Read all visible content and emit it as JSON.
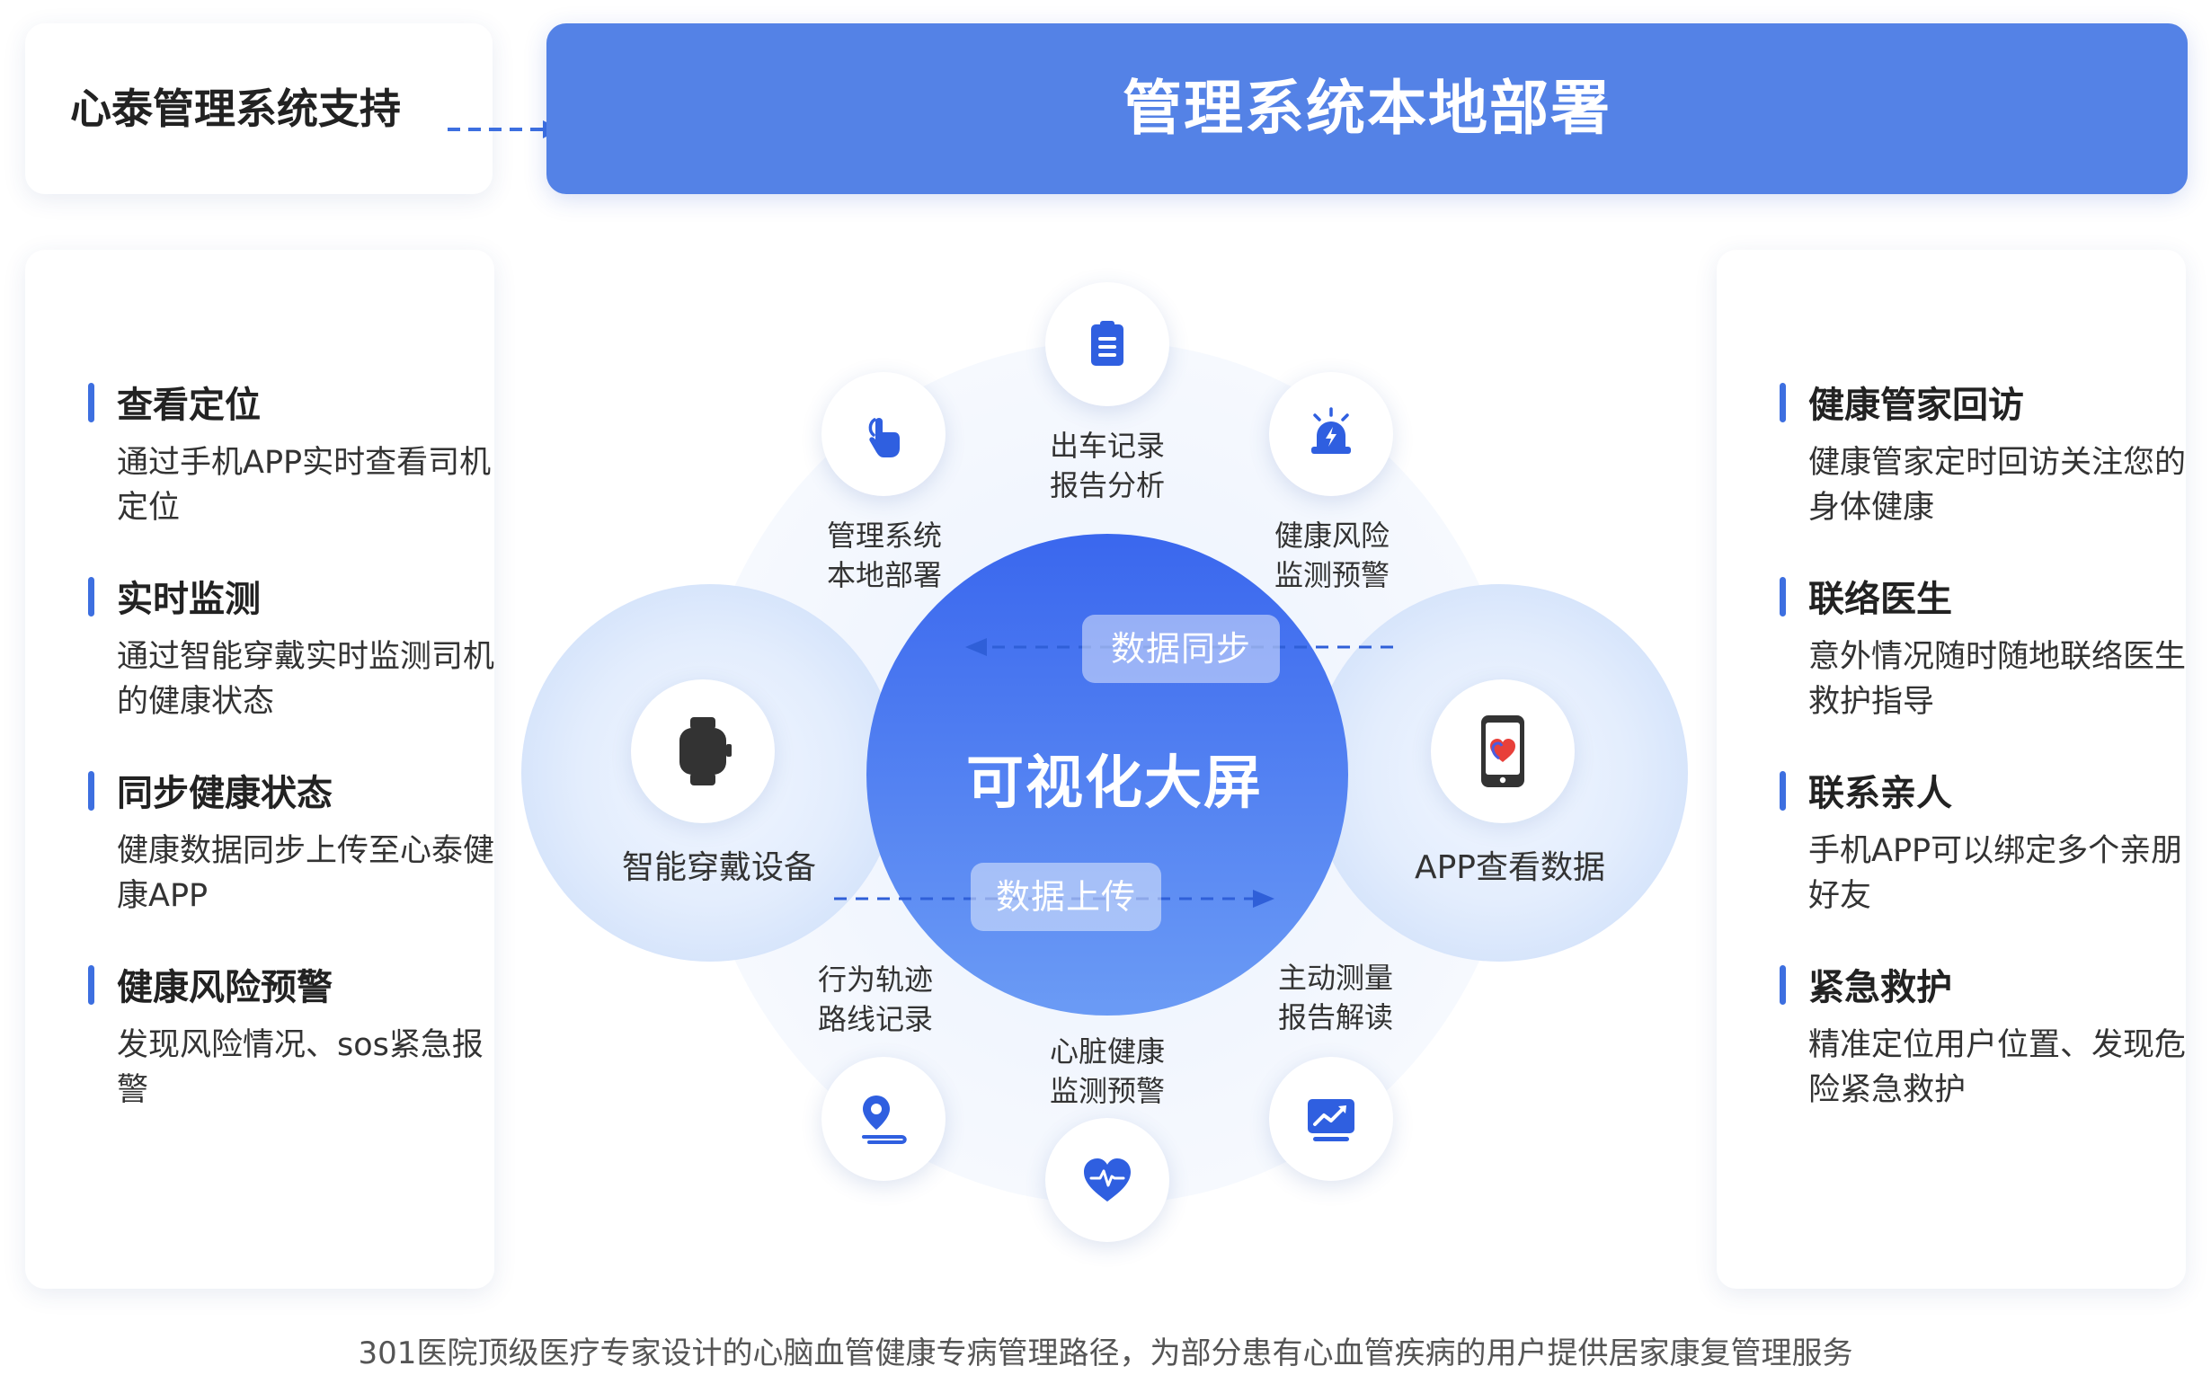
{
  "header": {
    "support_label": "心泰管理系统支持",
    "banner_title": "管理系统本地部署"
  },
  "left_panel": {
    "items": [
      {
        "title": "查看定位",
        "desc": "通过手机APP实时查看司机定位"
      },
      {
        "title": "实时监测",
        "desc": "通过智能穿戴实时监测司机的健康状态"
      },
      {
        "title": "同步健康状态",
        "desc": "健康数据同步上传至心泰健康APP"
      },
      {
        "title": "健康风险预警",
        "desc": "发现风险情况、sos紧急报警"
      }
    ]
  },
  "right_panel": {
    "items": [
      {
        "title": "健康管家回访",
        "desc": "健康管家定时回访关注您的身体健康"
      },
      {
        "title": "联络医生",
        "desc": "意外情况随时随地联络医生救护指导"
      },
      {
        "title": "联系亲人",
        "desc": "手机APP可以绑定多个亲朋好友"
      },
      {
        "title": "紧急救护",
        "desc": "精准定位用户位置、发现危险紧急救护"
      }
    ]
  },
  "diagram": {
    "center_title": "可视化大屏",
    "sync_pill": "数据同步",
    "upload_pill": "数据上传",
    "left_device": {
      "label": "智能穿戴设备",
      "icon": "smartwatch-icon"
    },
    "right_device": {
      "label": "APP查看数据",
      "icon": "phone-app-icon"
    },
    "ring_nodes": {
      "report": {
        "line1": "出车记录",
        "line2": "报告分析",
        "icon": "clipboard-icon"
      },
      "deploy": {
        "line1": "管理系统",
        "line2": "本地部署",
        "icon": "touch-hand-icon"
      },
      "risk": {
        "line1": "健康风险",
        "line2": "监测预警",
        "icon": "alarm-siren-icon"
      },
      "track": {
        "line1": "行为轨迹",
        "line2": "路线记录",
        "icon": "location-route-icon"
      },
      "measure": {
        "line1": "主动测量",
        "line2": "报告解读",
        "icon": "trend-chart-icon"
      },
      "heart": {
        "line1": "心脏健康",
        "line2": "监测预警",
        "icon": "heart-pulse-icon"
      }
    }
  },
  "colors": {
    "primary": "#5482E6",
    "accent": "#3D6FE0",
    "center": "#3B6FEF",
    "heart_red": "#E8403A"
  },
  "footer": {
    "caption": "301医院顶级医疗专家设计的心脑血管健康专病管理路径，为部分患有心血管疾病的用户提供居家康复管理服务"
  }
}
